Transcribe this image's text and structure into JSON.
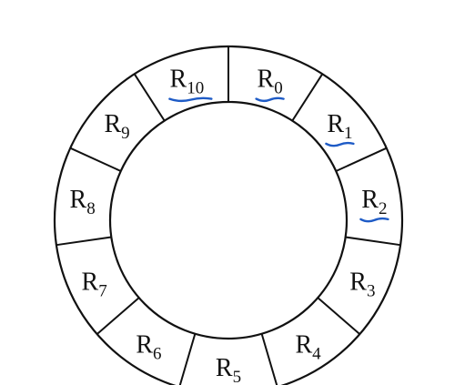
{
  "diagram": {
    "type": "ring-buffer",
    "sectors": [
      {
        "base": "R",
        "index": "0",
        "underlined": true
      },
      {
        "base": "R",
        "index": "1",
        "underlined": true
      },
      {
        "base": "R",
        "index": "2",
        "underlined": true
      },
      {
        "base": "R",
        "index": "3",
        "underlined": false
      },
      {
        "base": "R",
        "index": "4",
        "underlined": false
      },
      {
        "base": "R",
        "index": "5",
        "underlined": false
      },
      {
        "base": "R",
        "index": "6",
        "underlined": false
      },
      {
        "base": "R",
        "index": "7",
        "underlined": false
      },
      {
        "base": "R",
        "index": "8",
        "underlined": false
      },
      {
        "base": "R",
        "index": "9",
        "underlined": false
      },
      {
        "base": "R",
        "index": "10",
        "underlined": true
      }
    ],
    "colors": {
      "stroke": "#111111",
      "background": "#ffffff",
      "annotation": "#1e5bc6"
    }
  }
}
